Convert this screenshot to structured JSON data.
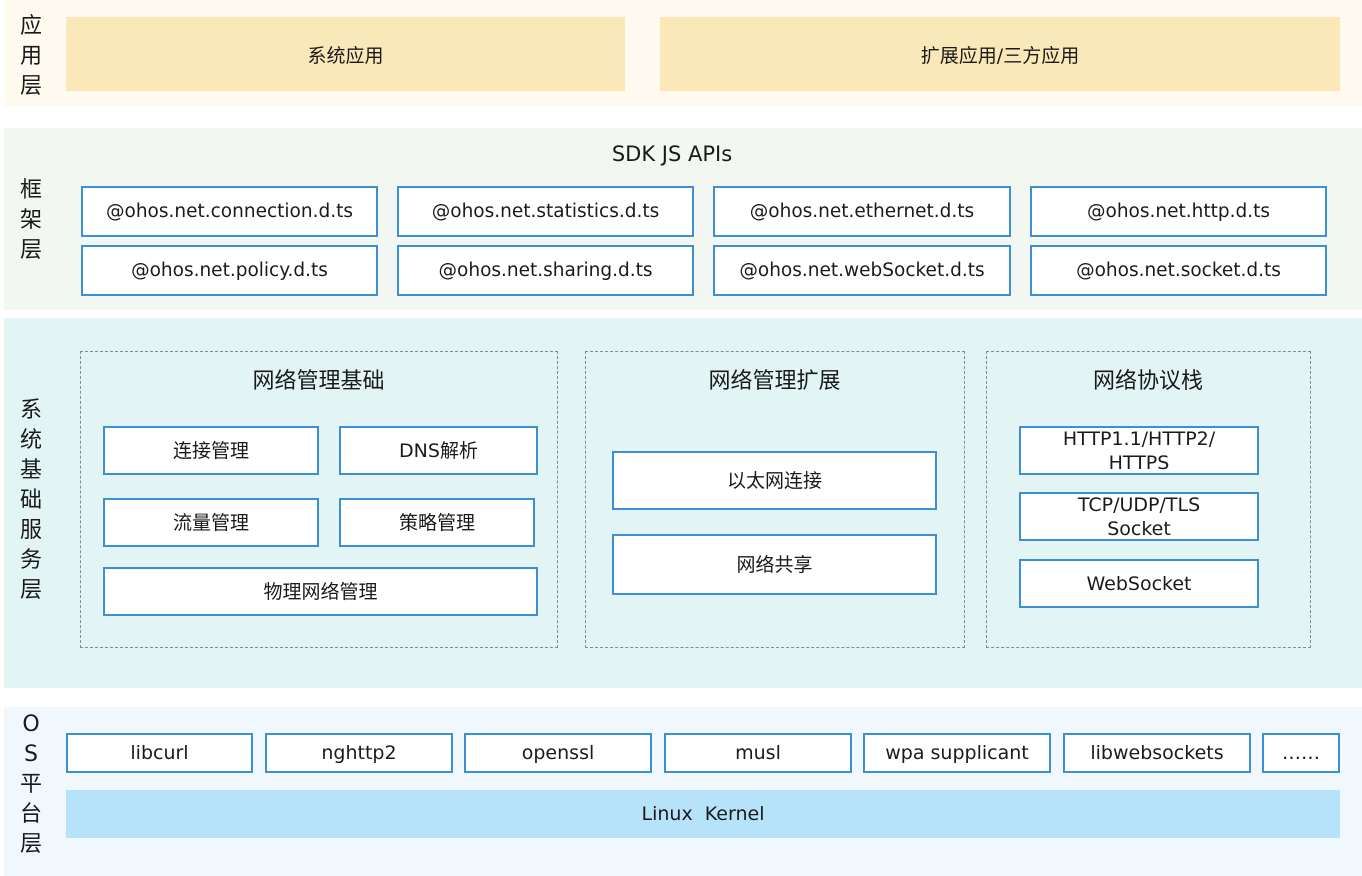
{
  "app_layer": {
    "side_label": [
      "应",
      "用",
      "层"
    ],
    "boxes": [
      "系统应用",
      "扩展应用/三方应用"
    ]
  },
  "framework_layer": {
    "side_label": [
      "框",
      "架",
      "层"
    ],
    "title": "SDK JS APIs",
    "apis": [
      "@ohos.net.connection.d.ts",
      "@ohos.net.statistics.d.ts",
      "@ohos.net.ethernet.d.ts",
      "@ohos.net.http.d.ts",
      "@ohos.net.policy.d.ts",
      "@ohos.net.sharing.d.ts",
      "@ohos.net.webSocket.d.ts",
      "@ohos.net.socket.d.ts"
    ]
  },
  "system_layer": {
    "side_label": [
      "系",
      "统",
      "基",
      "础",
      "服",
      "务",
      "层"
    ],
    "groups": [
      {
        "title": "网络管理基础",
        "modules": [
          "连接管理",
          "DNS解析",
          "流量管理",
          "策略管理",
          "物理网络管理"
        ]
      },
      {
        "title": "网络管理扩展",
        "modules": [
          "以太网连接",
          "网络共享"
        ]
      },
      {
        "title": "网络协议栈",
        "modules": [
          "HTTP1.1/HTTP2/\nHTTPS",
          "TCP/UDP/TLS\nSocket",
          "WebSocket"
        ]
      }
    ]
  },
  "os_layer": {
    "side_label": [
      "O",
      "S",
      "平",
      "台",
      "层"
    ],
    "libs": [
      "libcurl",
      "nghttp2",
      "openssl",
      "musl",
      "wpa supplicant",
      "libwebsockets",
      "……"
    ],
    "kernel": "Linux  Kernel"
  }
}
